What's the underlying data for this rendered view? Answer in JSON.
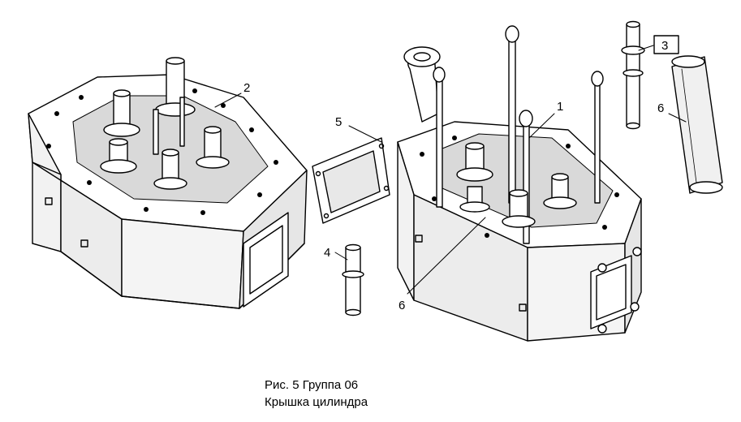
{
  "figure": {
    "caption_line1": "Рис. 5 Группа 06",
    "caption_line2": "Крышка цилиндра"
  },
  "callouts": {
    "c1": "1",
    "c2": "2",
    "c3": "3",
    "c4": "4",
    "c5": "5",
    "c6a": "6",
    "c6b": "6"
  },
  "colors": {
    "ink": "#000000",
    "paper": "#ffffff",
    "shade": "#d9d9d9"
  }
}
